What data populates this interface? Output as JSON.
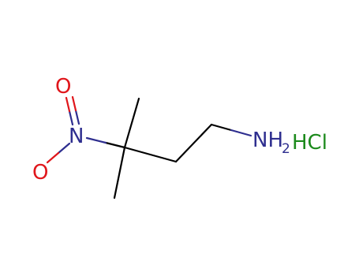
{
  "molecule": {
    "atoms": {
      "nitrogen_nitro": "N",
      "oxygen_top": "O",
      "oxygen_bottom": "O",
      "amine": "NH",
      "amine_subscript": "2",
      "salt": "HCl"
    },
    "colors": {
      "bond": "#000000",
      "nitrogen": "#2e2e8f",
      "oxygen": "#e0161b",
      "salt": "#1c8a1c"
    }
  }
}
